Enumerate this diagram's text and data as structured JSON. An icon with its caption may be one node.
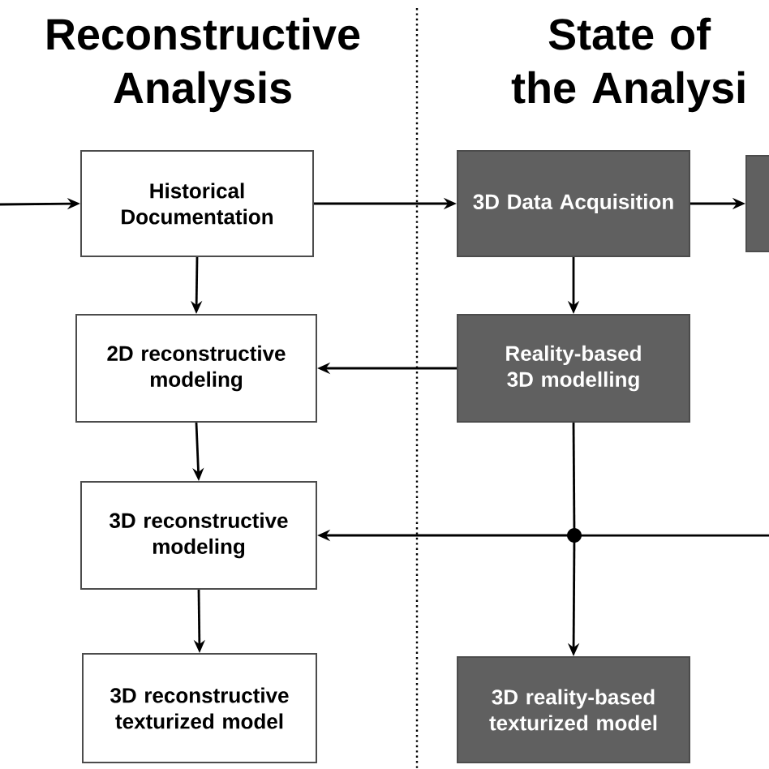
{
  "diagram": {
    "nodes": [
      {
        "text": [
          "Historical Documentation"
        ]
      },
      {
        "text": [
          "3D Data Acquisition"
        ]
      },
      {
        "text": [],
        "shape": "box"
      },
      {
        "text": [
          "2D  reconstructive modeling"
        ]
      },
      {
        "text": [
          "Reality-based 3D modelling"
        ]
      },
      {
        "text": [
          "3D  reconstructive modeling"
        ]
      },
      {
        "text": [
          "3D reconstructive texturized model"
        ]
      },
      {
        "text": [
          "3D reality-based texturized model"
        ]
      },
      {
        "text": [],
        "shape": "circle"
      }
    ],
    "edges": [
      {
        "from": null,
        "to": 0,
        "arrow": "to"
      },
      {
        "from": 0,
        "to": 1,
        "arrow": "to"
      },
      {
        "from": 1,
        "to": 2,
        "arrow": "to"
      },
      {
        "from": 0,
        "to": 3,
        "arrow": "to"
      },
      {
        "from": 1,
        "to": 4,
        "arrow": "to"
      },
      {
        "from": 4,
        "to": 3,
        "arrow": "to"
      },
      {
        "from": 3,
        "to": 5,
        "arrow": "to"
      },
      {
        "from": 4,
        "to": 8,
        "arrow": "none"
      },
      {
        "from": null,
        "to": 8,
        "arrow": "none"
      },
      {
        "from": 8,
        "to": 5,
        "arrow": "to"
      },
      {
        "from": 5,
        "to": 6,
        "arrow": "to"
      },
      {
        "from": 8,
        "to": 7,
        "arrow": "to"
      }
    ],
    "labels": [
      "Reconstructive Analysis",
      "State of the Analysi"
    ]
  }
}
